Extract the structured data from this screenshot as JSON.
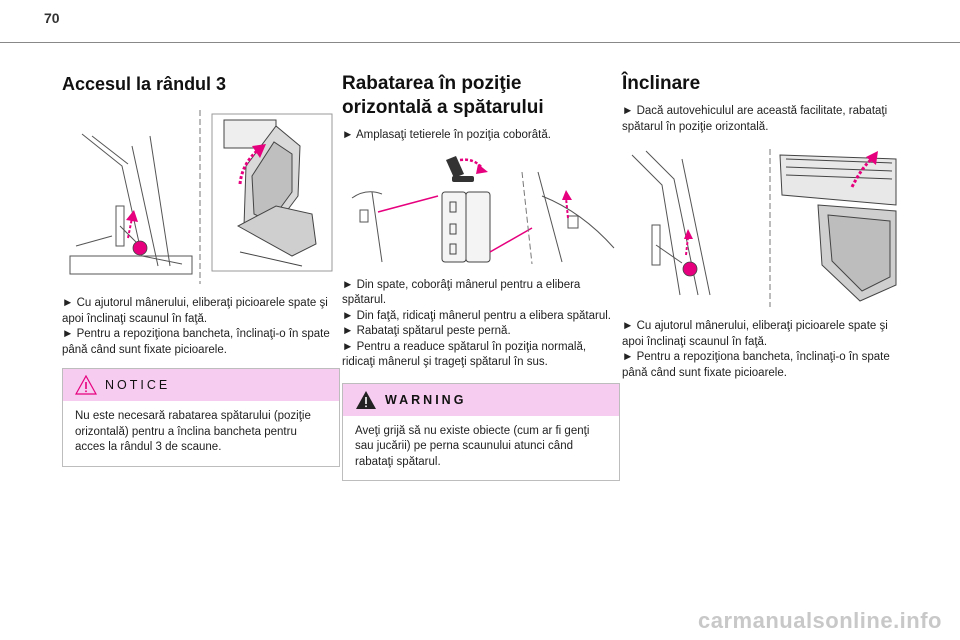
{
  "page": {
    "number": "70"
  },
  "col1": {
    "title": "Accesul la rândul 3",
    "instructions": [
      "► Cu ajutorul mânerului, eliberaţi picioarele spate şi apoi înclinaţi scaunul în faţă.",
      "► Pentru a repoziţiona bancheta, înclinaţi-o în spate până când sunt fixate picioarele."
    ],
    "notice": {
      "title": "NOTICE",
      "text": "Nu este necesară rabatarea spătarului (poziţie orizontală) pentru a înclina bancheta pentru acces la rândul 3 de scaune."
    }
  },
  "col2": {
    "title_line1": "Rabatarea în poziţie",
    "title_line2": "orizontală a spătarului",
    "intro": "► Amplasaţi tetierele în poziţia coborâtă.",
    "instructions": [
      "► Din spate, coborâţi mânerul pentru a elibera spătarul.",
      "► Din faţă, ridicaţi mânerul pentru a elibera spătarul.",
      "► Rabataţi spătarul peste pernă.",
      "► Pentru a readuce spătarul în poziţia normală, ridicaţi mânerul şi trageţi spătarul în sus."
    ],
    "warning": {
      "title": "WARNING",
      "text": "Aveţi grijă să nu existe obiecte (cum ar fi genţi sau jucării) pe perna scaunului atunci când rabataţi spătarul."
    }
  },
  "col3": {
    "title": "Înclinare",
    "intro": "► Dacă autovehiculul are această facilitate, rabataţi spătarul în poziţie orizontală.",
    "instructions": [
      "► Cu ajutorul mânerului, eliberaţi picioarele spate şi apoi înclinaţi scaunul în faţă.",
      "► Pentru a repoziţiona bancheta, înclinaţi-o în spate până când sunt fixate picioarele."
    ]
  },
  "watermark": "carmanualsonline.info",
  "colors": {
    "accent": "#e6007e",
    "notice_bg": "#f6ccf0",
    "rule": "#888888"
  }
}
